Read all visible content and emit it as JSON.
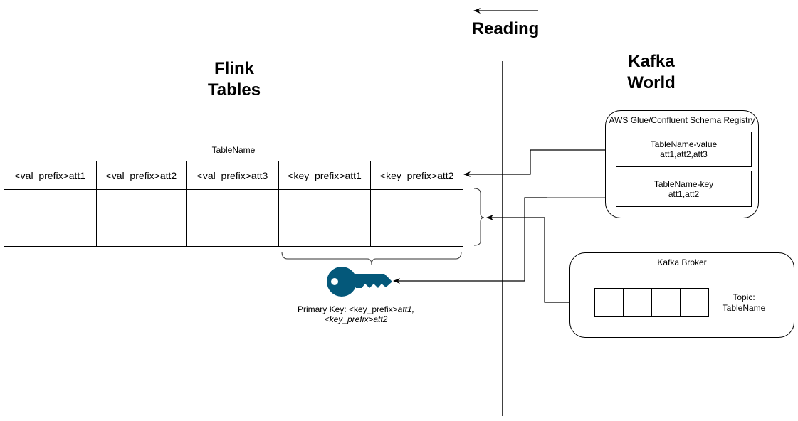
{
  "direction": {
    "label": "Reading",
    "arrow": "left-arrow"
  },
  "left_section": {
    "title_line1": "Flink",
    "title_line2": "Tables"
  },
  "right_section": {
    "title_line1": "Kafka",
    "title_line2": "World"
  },
  "flink_table": {
    "name": "TableName",
    "columns": [
      "<val_prefix>att1",
      "<val_prefix>att2",
      "<val_prefix>att3",
      "<key_prefix>att1",
      "<key_prefix>att2"
    ],
    "rows": [
      [
        "",
        "",
        "",
        "",
        ""
      ],
      [
        "",
        "",
        "",
        "",
        ""
      ]
    ]
  },
  "primary_key": {
    "icon": "key-icon",
    "icon_color": "#04587a",
    "label_prefix": "Primary Key: <key_prefix>",
    "label_att1": "att1,",
    "label_line2": "<key_prefix>att2"
  },
  "schema_registry": {
    "title": "AWS Glue/Confluent Schema Registry",
    "value_schema": {
      "name": "TableName-value",
      "fields": "att1,att2,att3"
    },
    "key_schema": {
      "name": "TableName-key",
      "fields": "att1,att2"
    }
  },
  "kafka_broker": {
    "title": "Kafka Broker",
    "topic_label": "Topic:",
    "topic_name": "TableName",
    "partitions": 4
  }
}
